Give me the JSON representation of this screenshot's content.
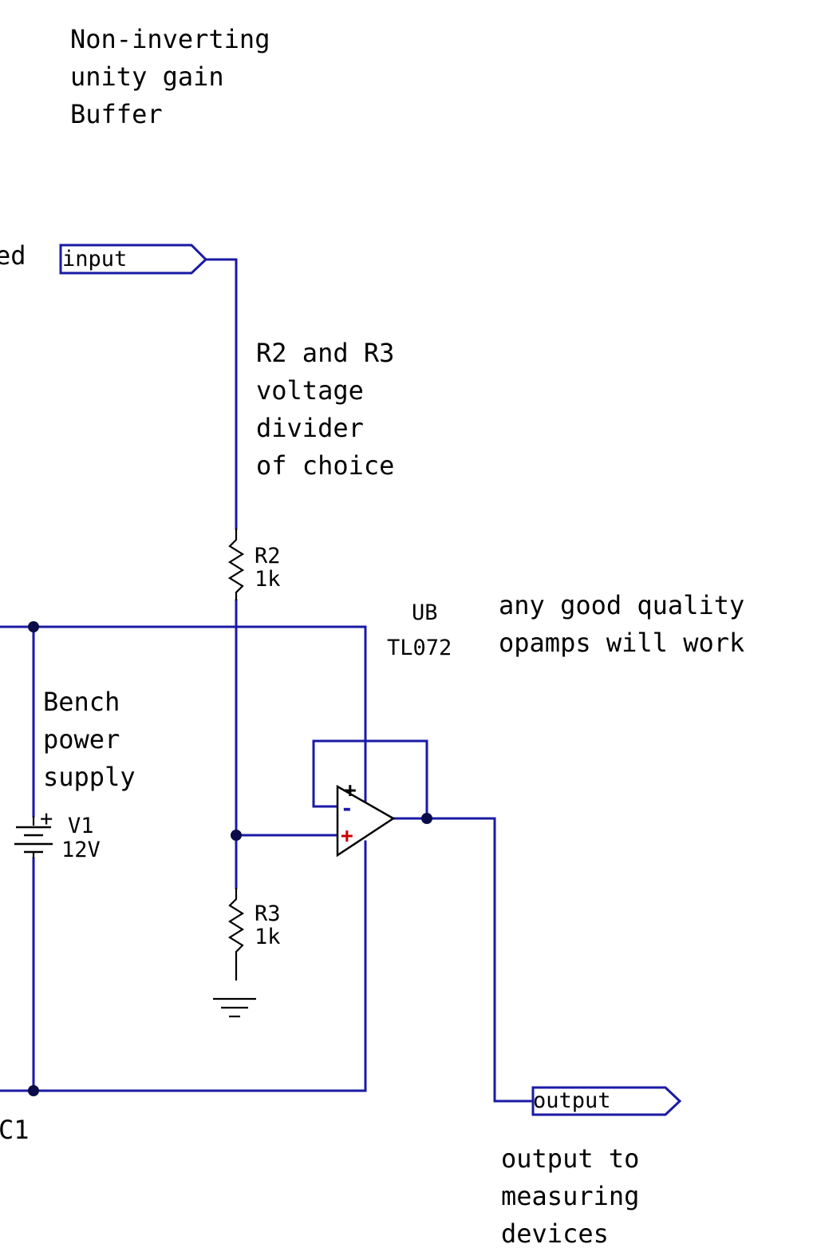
{
  "colors": {
    "wire": "#1a1aa6",
    "component": "#000000",
    "junction": "#0b0b4a",
    "plus_pin_mark": "#cc0000",
    "text": "#000000",
    "background": "#ffffff"
  },
  "title_note": {
    "line1": "Non-inverting",
    "line2": "unity gain",
    "line3": "Buffer"
  },
  "left_clipped_text": {
    "top": "ed",
    "bottom": "C1"
  },
  "input_port": {
    "label": "input"
  },
  "output_port": {
    "label": "output"
  },
  "divider_note": {
    "line1": "R2 and R3",
    "line2": "voltage",
    "line3": "divider",
    "line4": "of choice"
  },
  "r2": {
    "ref": "R2",
    "value": "1k"
  },
  "r3": {
    "ref": "R3",
    "value": "1k"
  },
  "opamp": {
    "ref": "UB",
    "part": "TL072",
    "pin_plus_power": "+",
    "pin_minus": "-",
    "pin_plus": "+",
    "icon": "opamp-triangle-icon"
  },
  "opamp_note": {
    "line1": "any good quality",
    "line2": "opamps will work"
  },
  "supply_note": {
    "line1": "Bench",
    "line2": "power",
    "line3": "supply"
  },
  "battery": {
    "ref": "V1",
    "value": "12V",
    "polarity": "+",
    "icon": "battery-icon"
  },
  "ground": {
    "icon": "ground-icon"
  },
  "output_note": {
    "line1": "output to",
    "line2": "measuring",
    "line3": "devices"
  }
}
